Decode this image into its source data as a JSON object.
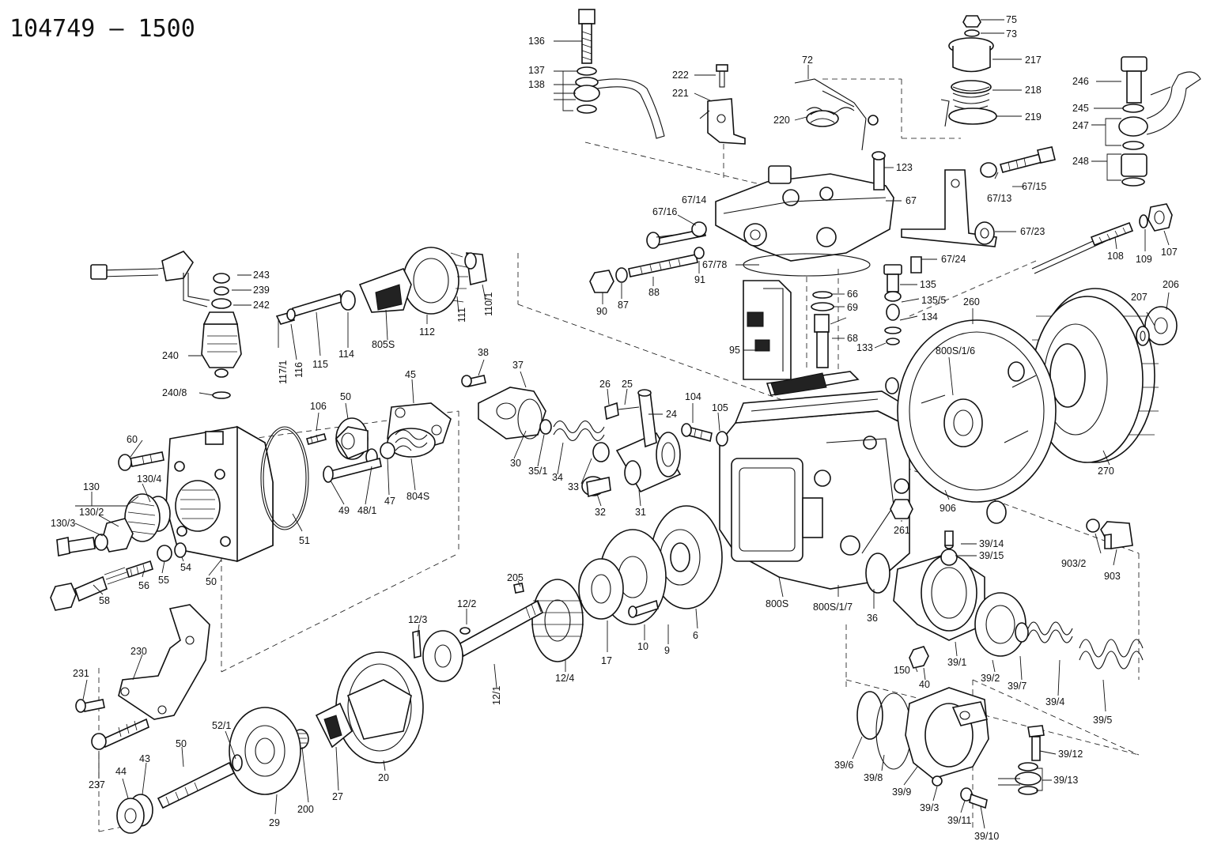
{
  "title": "104749 — 1500",
  "labels": [
    {
      "id": "136",
      "text": "136"
    },
    {
      "id": "137",
      "text": "137"
    },
    {
      "id": "138",
      "text": "138"
    },
    {
      "id": "222",
      "text": "222"
    },
    {
      "id": "221",
      "text": "221"
    },
    {
      "id": "72",
      "text": "72"
    },
    {
      "id": "220",
      "text": "220"
    },
    {
      "id": "75",
      "text": "75"
    },
    {
      "id": "73",
      "text": "73"
    },
    {
      "id": "217",
      "text": "217"
    },
    {
      "id": "218",
      "text": "218"
    },
    {
      "id": "219",
      "text": "219"
    },
    {
      "id": "246",
      "text": "246"
    },
    {
      "id": "245",
      "text": "245"
    },
    {
      "id": "247",
      "text": "247"
    },
    {
      "id": "248",
      "text": "248"
    },
    {
      "id": "123",
      "text": "123"
    },
    {
      "id": "67",
      "text": "67"
    },
    {
      "id": "67_13",
      "text": "67/13"
    },
    {
      "id": "67_15",
      "text": "67/15"
    },
    {
      "id": "67_14",
      "text": "67/14"
    },
    {
      "id": "67_16",
      "text": "67/16"
    },
    {
      "id": "67_23",
      "text": "67/23"
    },
    {
      "id": "67_24",
      "text": "67/24"
    },
    {
      "id": "67_78",
      "text": "67/78"
    },
    {
      "id": "91",
      "text": "91"
    },
    {
      "id": "88",
      "text": "88"
    },
    {
      "id": "87",
      "text": "87"
    },
    {
      "id": "90",
      "text": "90"
    },
    {
      "id": "107",
      "text": "107"
    },
    {
      "id": "109",
      "text": "109"
    },
    {
      "id": "108",
      "text": "108"
    },
    {
      "id": "243",
      "text": "243"
    },
    {
      "id": "239",
      "text": "239"
    },
    {
      "id": "242",
      "text": "242"
    },
    {
      "id": "240",
      "text": "240"
    },
    {
      "id": "240_8",
      "text": "240/8"
    },
    {
      "id": "117_1",
      "text": "117/1"
    },
    {
      "id": "116",
      "text": "116"
    },
    {
      "id": "115",
      "text": "115"
    },
    {
      "id": "114",
      "text": "114"
    },
    {
      "id": "805S",
      "text": "805S"
    },
    {
      "id": "112",
      "text": "112"
    },
    {
      "id": "111",
      "text": "111"
    },
    {
      "id": "110_1",
      "text": "110/1"
    },
    {
      "id": "135",
      "text": "135"
    },
    {
      "id": "66",
      "text": "66"
    },
    {
      "id": "69",
      "text": "69"
    },
    {
      "id": "135_5",
      "text": "135/5"
    },
    {
      "id": "134",
      "text": "134"
    },
    {
      "id": "260",
      "text": "260"
    },
    {
      "id": "68",
      "text": "68"
    },
    {
      "id": "133",
      "text": "133"
    },
    {
      "id": "95",
      "text": "95"
    },
    {
      "id": "800S_1_6",
      "text": "800S/1/6"
    },
    {
      "id": "207",
      "text": "207"
    },
    {
      "id": "206",
      "text": "206"
    },
    {
      "id": "38",
      "text": "38"
    },
    {
      "id": "37",
      "text": "37"
    },
    {
      "id": "26",
      "text": "26"
    },
    {
      "id": "25",
      "text": "25"
    },
    {
      "id": "24",
      "text": "24"
    },
    {
      "id": "104",
      "text": "104"
    },
    {
      "id": "105",
      "text": "105"
    },
    {
      "id": "45",
      "text": "45"
    },
    {
      "id": "106",
      "text": "106"
    },
    {
      "id": "50a",
      "text": "50"
    },
    {
      "id": "60",
      "text": "60"
    },
    {
      "id": "130",
      "text": "130"
    },
    {
      "id": "130_4",
      "text": "130/4"
    },
    {
      "id": "130_2",
      "text": "130/2"
    },
    {
      "id": "130_3",
      "text": "130/3"
    },
    {
      "id": "30",
      "text": "30"
    },
    {
      "id": "35_1",
      "text": "35/1"
    },
    {
      "id": "34",
      "text": "34"
    },
    {
      "id": "33",
      "text": "33"
    },
    {
      "id": "32",
      "text": "32"
    },
    {
      "id": "31",
      "text": "31"
    },
    {
      "id": "51",
      "text": "51"
    },
    {
      "id": "49",
      "text": "49"
    },
    {
      "id": "48_1",
      "text": "48/1"
    },
    {
      "id": "47",
      "text": "47"
    },
    {
      "id": "804S",
      "text": "804S"
    },
    {
      "id": "270",
      "text": "270"
    },
    {
      "id": "261",
      "text": "261"
    },
    {
      "id": "906",
      "text": "906"
    },
    {
      "id": "903_2",
      "text": "903/2"
    },
    {
      "id": "903",
      "text": "903"
    },
    {
      "id": "58",
      "text": "58"
    },
    {
      "id": "56",
      "text": "56"
    },
    {
      "id": "55",
      "text": "55"
    },
    {
      "id": "54",
      "text": "54"
    },
    {
      "id": "50b",
      "text": "50"
    },
    {
      "id": "39_14",
      "text": "39/14"
    },
    {
      "id": "39_15",
      "text": "39/15"
    },
    {
      "id": "205",
      "text": "205"
    },
    {
      "id": "800S",
      "text": "800S"
    },
    {
      "id": "800S_1_7",
      "text": "800S/1/7"
    },
    {
      "id": "36",
      "text": "36"
    },
    {
      "id": "6",
      "text": "6"
    },
    {
      "id": "9",
      "text": "9"
    },
    {
      "id": "10",
      "text": "10"
    },
    {
      "id": "17",
      "text": "17"
    },
    {
      "id": "12_4",
      "text": "12/4"
    },
    {
      "id": "12_2",
      "text": "12/2"
    },
    {
      "id": "12_3",
      "text": "12/3"
    },
    {
      "id": "12_1",
      "text": "12/1"
    },
    {
      "id": "230",
      "text": "230"
    },
    {
      "id": "231",
      "text": "231"
    },
    {
      "id": "150",
      "text": "150"
    },
    {
      "id": "40",
      "text": "40"
    },
    {
      "id": "39_1",
      "text": "39/1"
    },
    {
      "id": "39_2",
      "text": "39/2"
    },
    {
      "id": "39_7",
      "text": "39/7"
    },
    {
      "id": "39_4",
      "text": "39/4"
    },
    {
      "id": "39_5",
      "text": "39/5"
    },
    {
      "id": "237",
      "text": "237"
    },
    {
      "id": "52_1",
      "text": "52/1"
    },
    {
      "id": "50c",
      "text": "50"
    },
    {
      "id": "44",
      "text": "44"
    },
    {
      "id": "43",
      "text": "43"
    },
    {
      "id": "29",
      "text": "29"
    },
    {
      "id": "200",
      "text": "200"
    },
    {
      "id": "27",
      "text": "27"
    },
    {
      "id": "20",
      "text": "20"
    },
    {
      "id": "39_6",
      "text": "39/6"
    },
    {
      "id": "39_8",
      "text": "39/8"
    },
    {
      "id": "39_9",
      "text": "39/9"
    },
    {
      "id": "39_3",
      "text": "39/3"
    },
    {
      "id": "39_11",
      "text": "39/11"
    },
    {
      "id": "39_10",
      "text": "39/10"
    },
    {
      "id": "39_12",
      "text": "39/12"
    },
    {
      "id": "39_13",
      "text": "39/13"
    }
  ]
}
